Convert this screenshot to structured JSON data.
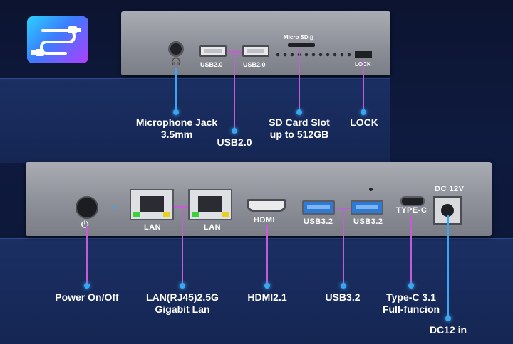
{
  "top_panel": {
    "ports": {
      "usb_left_label": "USB2.0",
      "usb_right_label": "USB2.0",
      "sd_label": "Micro SD",
      "lock_label": "LOCK"
    },
    "callouts": {
      "mic": "Microphone Jack\n3.5mm",
      "usb": "USB2.0",
      "sd": "SD Card Slot\nup to 512GB",
      "lock": "LOCK"
    }
  },
  "bottom_panel": {
    "ports": {
      "lan1": "LAN",
      "lan2": "LAN",
      "hdmi": "HDMI",
      "usb3_left": "USB3.2",
      "usb3_right": "USB3.2",
      "typec": "TYPE-C",
      "dc": "DC 12V"
    },
    "callouts": {
      "power": "Power On/Off",
      "lan": "LAN(RJ45)2.5G\nGigabit Lan",
      "hdmi": "HDMI2.1",
      "usb3": "USB3.2",
      "typec": "Type-C 3.1\nFull-funcion",
      "dc": "DC12 in"
    }
  },
  "colors": {
    "background": "#0c1430",
    "leader_line_purple": "#c65bd8",
    "leader_line_blue": "#3aa6f2",
    "usb3_blue": "#2e7bd6"
  },
  "icons": [
    "cable-logo-icon",
    "headphone-icon",
    "power-icon",
    "sd-card-icon"
  ]
}
